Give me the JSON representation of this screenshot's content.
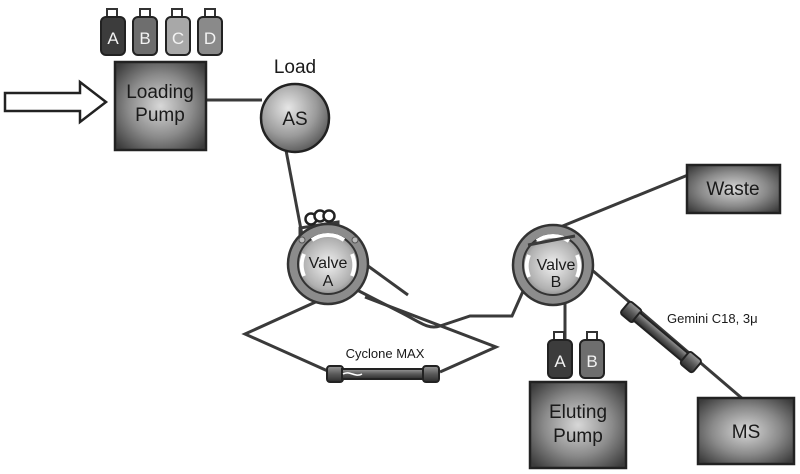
{
  "loading_pump": {
    "label_line1": "Loading",
    "label_line2": "Pump",
    "bottles": [
      "A",
      "B",
      "C",
      "D"
    ]
  },
  "autosampler": {
    "caption": "Load",
    "label": "AS"
  },
  "valve_a": {
    "label_line1": "Valve",
    "label_line2": "A"
  },
  "valve_b": {
    "label_line1": "Valve",
    "label_line2": "B"
  },
  "waste": {
    "label": "Waste"
  },
  "eluting_pump": {
    "label_line1": "Eluting",
    "label_line2": "Pump",
    "bottles": [
      "A",
      "B"
    ]
  },
  "ms": {
    "label": "MS"
  },
  "trap_column": {
    "label": "Cyclone MAX"
  },
  "analytical_column": {
    "label": "Gemini C18, 3μ"
  }
}
